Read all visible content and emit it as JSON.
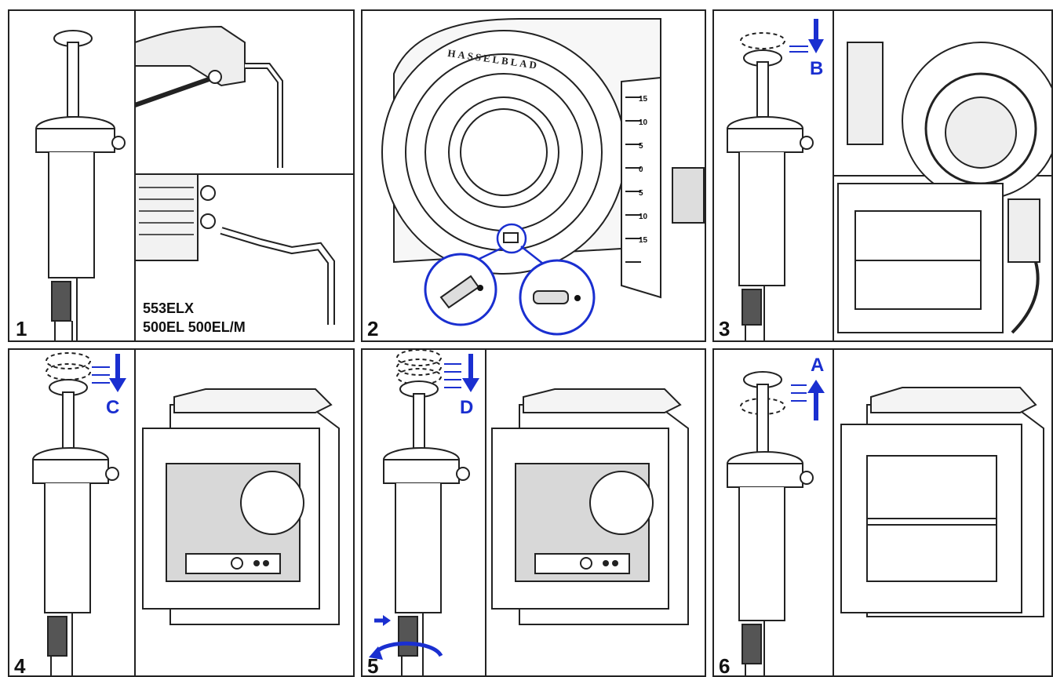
{
  "panels": [
    {
      "number": "1",
      "model_line1": "553ELX",
      "model_line2": "500EL 500EL/M"
    },
    {
      "number": "2",
      "brand": "HASSELBLAD",
      "scale_ticks": [
        "15",
        "10",
        "5",
        "0",
        "5",
        "10",
        "15"
      ]
    },
    {
      "number": "3",
      "arrow_letter": "B"
    },
    {
      "number": "4",
      "arrow_letter": "C"
    },
    {
      "number": "5",
      "arrow_letter": "D"
    },
    {
      "number": "6",
      "arrow_letter": "A"
    }
  ],
  "colors": {
    "line": "#222222",
    "accent_blue": "#1a2fd0"
  }
}
